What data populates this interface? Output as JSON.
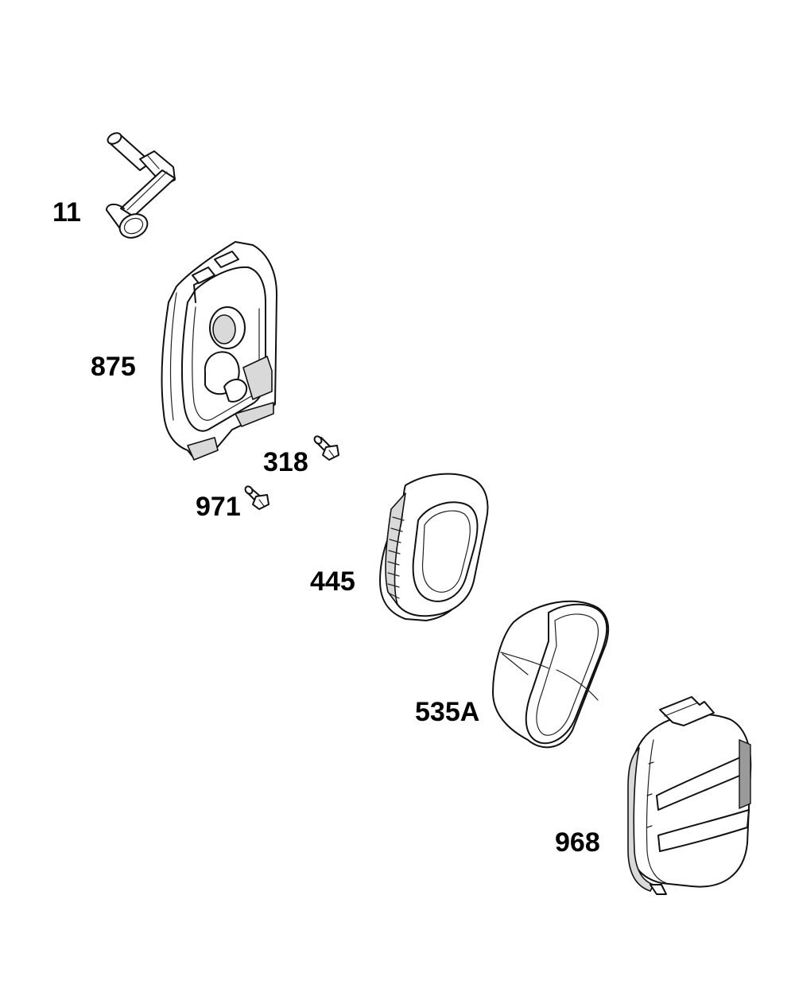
{
  "diagram": {
    "parts": [
      {
        "id": "11",
        "label": "11"
      },
      {
        "id": "875",
        "label": "875"
      },
      {
        "id": "318",
        "label": "318"
      },
      {
        "id": "971",
        "label": "971"
      },
      {
        "id": "445",
        "label": "445"
      },
      {
        "id": "535A",
        "label": "535A"
      },
      {
        "id": "968",
        "label": "968"
      }
    ]
  }
}
